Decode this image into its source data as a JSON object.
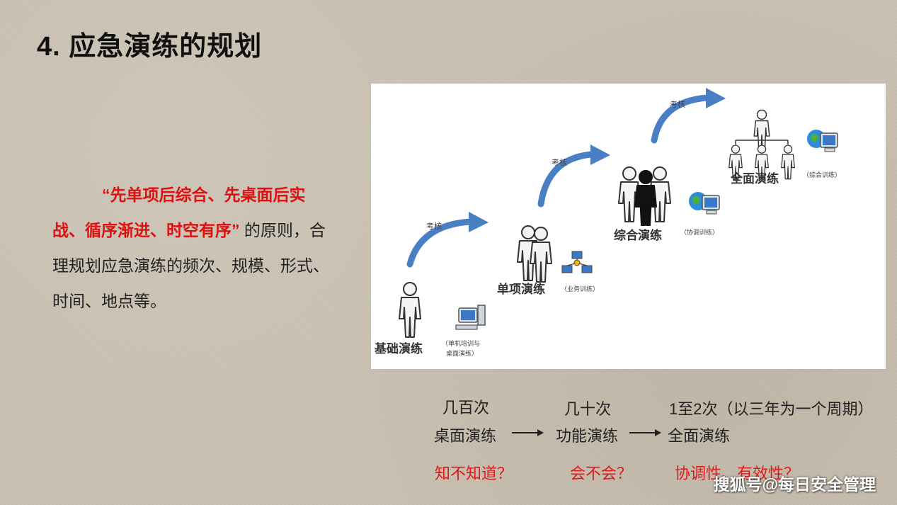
{
  "title": "4. 应急演练的规划",
  "principle": {
    "quote": "“先单项后综合、先桌面后实战、循序渐进、时空有序”",
    "rest": " 的原则，合理规划应急演练的频次、规模、形式、时间、地点等。"
  },
  "diagram": {
    "steps": [
      {
        "label": "基础演练",
        "sub1": "（单机培训与",
        "sub2": "桌面演练）"
      },
      {
        "label": "单项演练",
        "sub1": "（业务训练）"
      },
      {
        "label": "综合演练",
        "sub1": "（协调训练）"
      },
      {
        "label": "全面演练",
        "sub1": "（综合训练）"
      }
    ],
    "arrow_label": "考核"
  },
  "bottom": {
    "freq": [
      "几百次",
      "几十次",
      "1至2次（以三年为一个周期）"
    ],
    "types": [
      "桌面演练",
      "功能演练",
      "全面演练"
    ],
    "questions": [
      "知不知道？",
      "会不会？",
      "协调性、有效性？"
    ]
  },
  "watermark": "搜狐号@每日安全管理",
  "colors": {
    "quote": "#e01010",
    "arrow": "#4a7fc4",
    "question": "#e01a1a"
  }
}
